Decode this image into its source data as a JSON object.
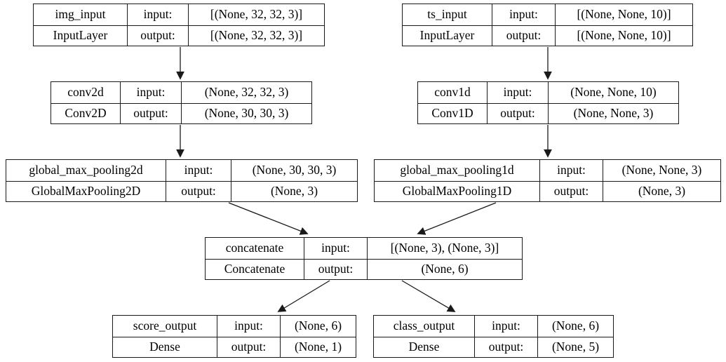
{
  "labels": {
    "input": "input:",
    "output": "output:"
  },
  "nodes": [
    {
      "name": "img_input",
      "layer_type": "InputLayer",
      "input_shape": "[(None, 32, 32, 3)]",
      "output_shape": "[(None, 32, 32, 3)]"
    },
    {
      "name": "ts_input",
      "layer_type": "InputLayer",
      "input_shape": "[(None, None, 10)]",
      "output_shape": "[(None, None, 10)]"
    },
    {
      "name": "conv2d",
      "layer_type": "Conv2D",
      "input_shape": "(None, 32, 32, 3)",
      "output_shape": "(None, 30, 30, 3)"
    },
    {
      "name": "conv1d",
      "layer_type": "Conv1D",
      "input_shape": "(None, None, 10)",
      "output_shape": "(None, None, 3)"
    },
    {
      "name": "global_max_pooling2d",
      "layer_type": "GlobalMaxPooling2D",
      "input_shape": "(None, 30, 30, 3)",
      "output_shape": "(None, 3)"
    },
    {
      "name": "global_max_pooling1d",
      "layer_type": "GlobalMaxPooling1D",
      "input_shape": "(None, None, 3)",
      "output_shape": "(None, 3)"
    },
    {
      "name": "concatenate",
      "layer_type": "Concatenate",
      "input_shape": "[(None, 3), (None, 3)]",
      "output_shape": "(None, 6)"
    },
    {
      "name": "score_output",
      "layer_type": "Dense",
      "input_shape": "(None, 6)",
      "output_shape": "(None, 1)"
    },
    {
      "name": "class_output",
      "layer_type": "Dense",
      "input_shape": "(None, 6)",
      "output_shape": "(None, 5)"
    }
  ],
  "edges": [
    {
      "from": "img_input",
      "to": "conv2d"
    },
    {
      "from": "ts_input",
      "to": "conv1d"
    },
    {
      "from": "conv2d",
      "to": "global_max_pooling2d"
    },
    {
      "from": "conv1d",
      "to": "global_max_pooling1d"
    },
    {
      "from": "global_max_pooling2d",
      "to": "concatenate"
    },
    {
      "from": "global_max_pooling1d",
      "to": "concatenate"
    },
    {
      "from": "concatenate",
      "to": "score_output"
    },
    {
      "from": "concatenate",
      "to": "class_output"
    }
  ]
}
